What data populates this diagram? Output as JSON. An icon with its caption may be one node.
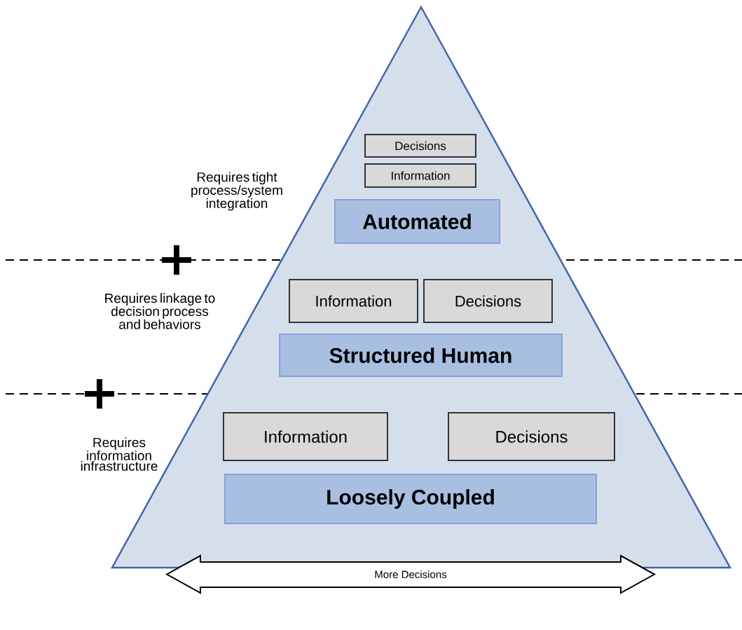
{
  "diagram": {
    "nodes": [
      {
        "text": [],
        "shape": "triangle"
      },
      {
        "text": [
          "Decisions"
        ],
        "in": 0
      },
      {
        "text": [
          "Information"
        ],
        "in": 0
      },
      {
        "text": [
          "Automated"
        ],
        "in": 0
      },
      {
        "text": [
          "Information"
        ],
        "in": 0
      },
      {
        "text": [
          "Decisions"
        ],
        "in": 0
      },
      {
        "text": [
          "Structured Human"
        ],
        "in": 0
      },
      {
        "text": [
          "Information"
        ],
        "in": 0
      },
      {
        "text": [
          "Decisions"
        ],
        "in": 0
      },
      {
        "text": [
          "Loosely Coupled"
        ],
        "in": 0
      },
      {
        "text": [
          "More Decisions"
        ]
      }
    ],
    "edges": [],
    "labels": [
      "Requires tight process/system integration",
      "Requires linkage to decision process and behaviors",
      "Requires information infrastructure"
    ]
  }
}
